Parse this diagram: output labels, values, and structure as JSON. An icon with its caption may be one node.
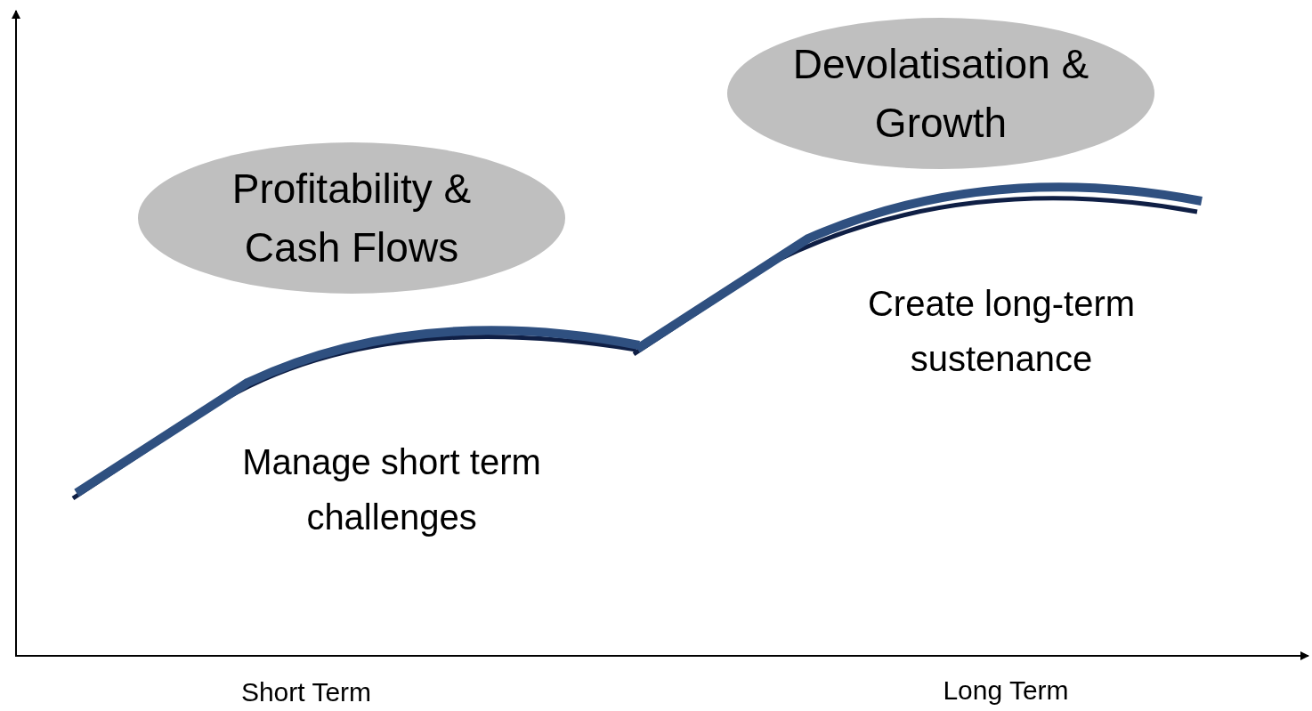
{
  "diagram": {
    "nodes": [
      {
        "text": [
          "Profitability & Cash Flows"
        ]
      },
      {
        "text": [
          "Devolatisation & Growth"
        ]
      }
    ],
    "edges": [],
    "labels": [
      "Create long-term sustenance",
      "Manage short term challenges",
      "Short Term",
      "Long Term"
    ]
  }
}
